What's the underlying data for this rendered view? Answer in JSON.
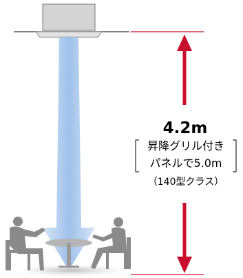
{
  "height_label": "4.2m",
  "note": {
    "line1": "昇降グリル付き",
    "line2": "パネルで5.0m",
    "line3": "（140型クラス）"
  },
  "colors": {
    "arrow": "#c8102e",
    "reference_line": "#c8102e",
    "airflow": "#8fb6e6",
    "ceiling_unit": "#c9c9c9",
    "people": "#8a8a8a"
  }
}
